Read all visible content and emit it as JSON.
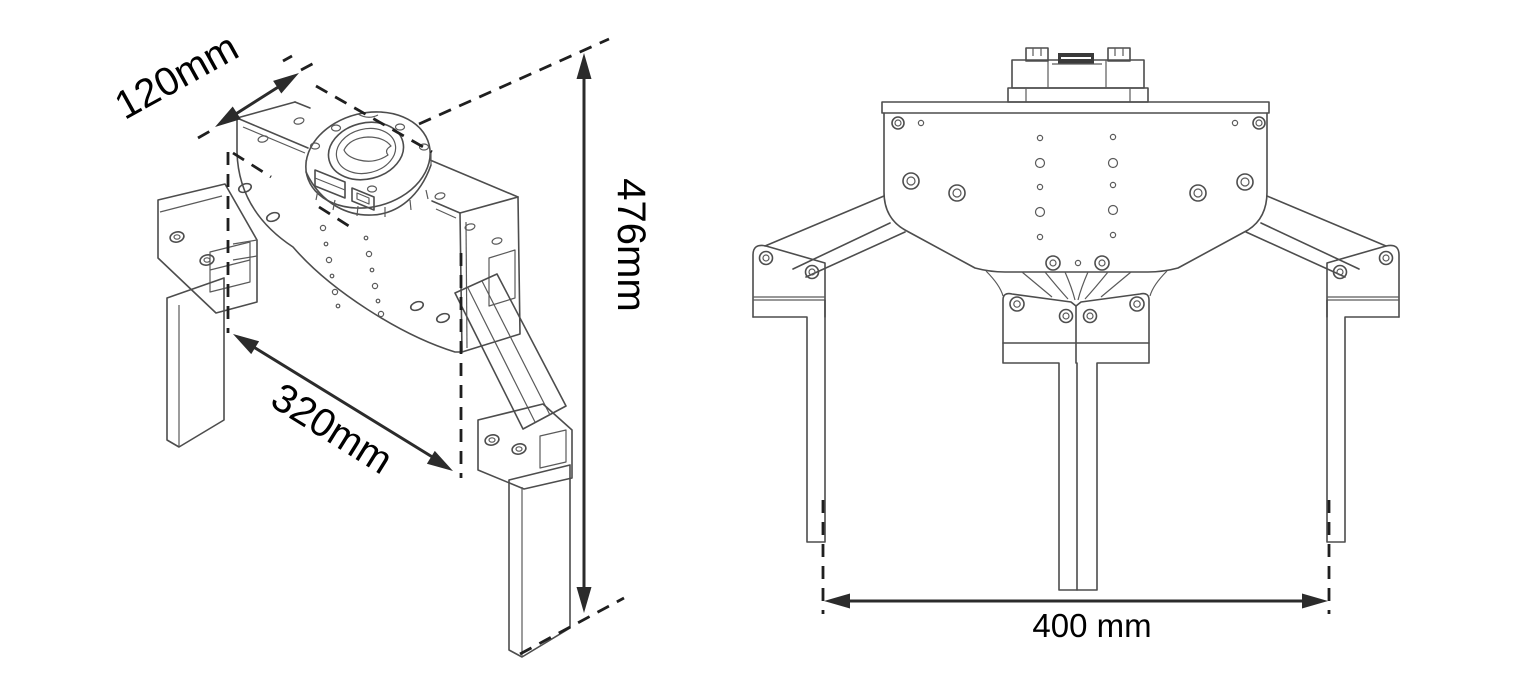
{
  "drawing": {
    "type": "technical-dimension-drawing",
    "subject": "three-finger robotic gripper",
    "views": {
      "isometric": {
        "dimensions": {
          "depth_label": "120mm",
          "width_label": "320mm",
          "height_label": "476mm"
        }
      },
      "front": {
        "dimensions": {
          "opening_label": "400 mm"
        }
      }
    },
    "colors": {
      "background": "#ffffff",
      "cad_line": "#4d4d4d",
      "dimension_line": "#2b2b2b",
      "dashed_line": "#1f1f1f",
      "label_text": "#000000"
    }
  }
}
